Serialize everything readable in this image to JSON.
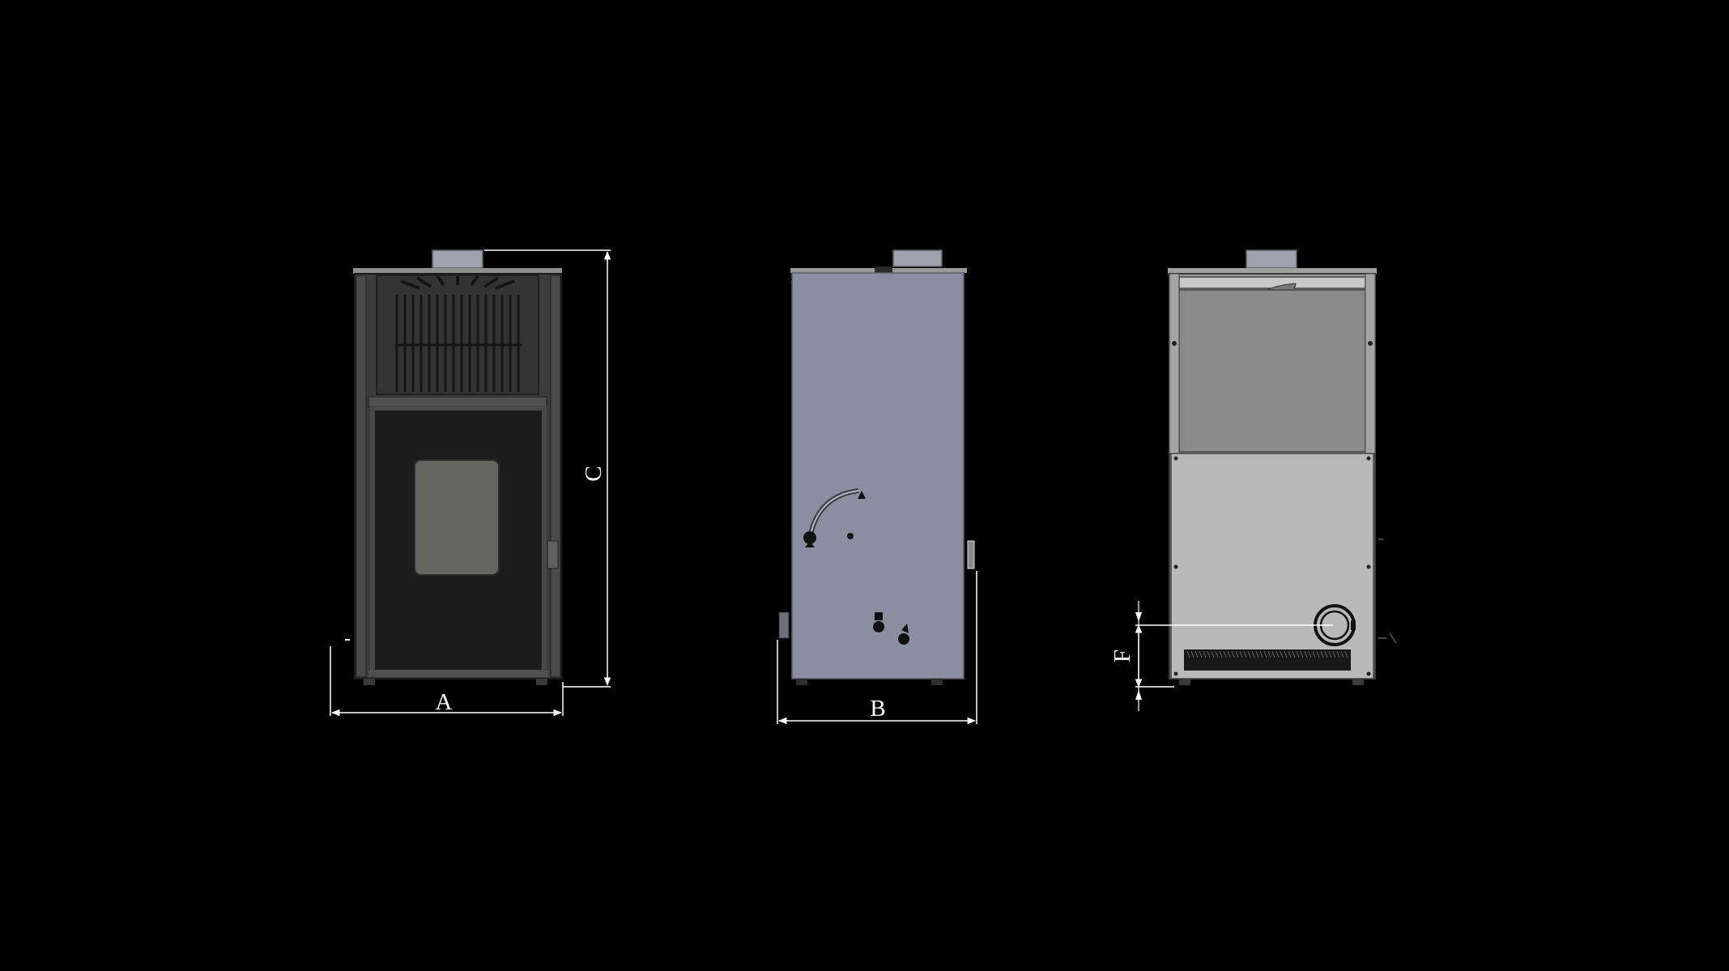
{
  "dimension_labels": {
    "width": "A",
    "depth": "B",
    "height": "C",
    "flue_height": "F"
  },
  "colors": {
    "background": "#000000",
    "front_body": "#3c3c3c",
    "front_door": "#1c1c1c",
    "front_window": "#666660",
    "side_panel": "#8a8ea0",
    "back_upper_panel": "#8a8a8a",
    "back_lower_panel": "#b9b9b9",
    "flue_collar": "#9fa2ad",
    "dimension_line": "#ffffff"
  }
}
